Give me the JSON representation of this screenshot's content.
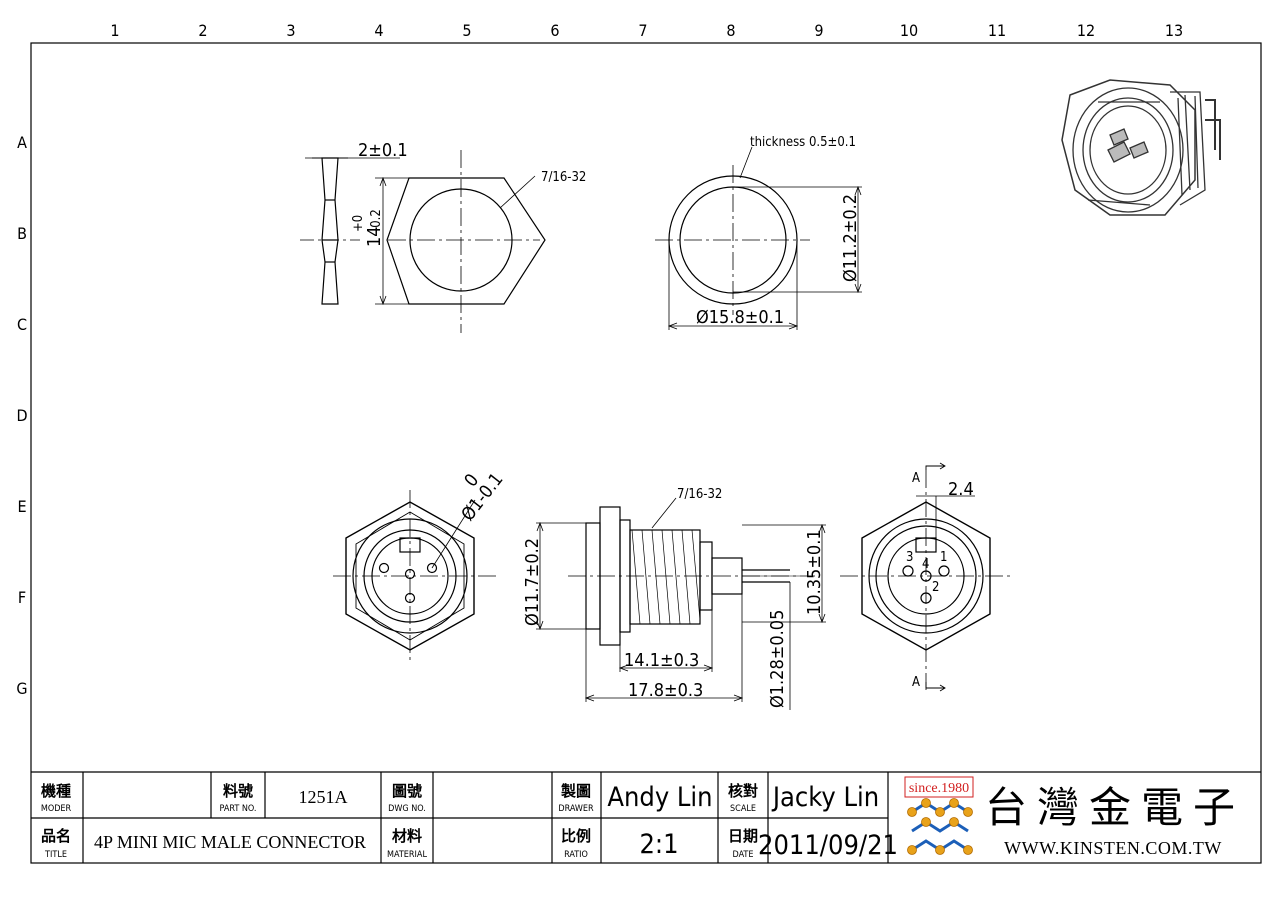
{
  "grid": {
    "columns": [
      "1",
      "2",
      "3",
      "4",
      "5",
      "6",
      "7",
      "8",
      "9",
      "10",
      "11",
      "12",
      "13"
    ],
    "rows": [
      "A",
      "B",
      "C",
      "D",
      "E",
      "F",
      "G"
    ]
  },
  "dimensions": {
    "nut_thickness": "2±0.1",
    "nut_flats": "14",
    "nut_flats_tol_upper": "+0",
    "nut_flats_tol_lower": "-0.2",
    "nut_thread": "7/16-32",
    "washer_thickness": "thickness 0.5±0.1",
    "washer_id": "Ø11.2±0.2",
    "washer_od": "Ø15.8±0.1",
    "front_hole": "Ø1-0.1",
    "front_hole_tol": "0",
    "side_thread": "7/16-32",
    "side_diameter": "Ø11.7±0.2",
    "side_pin_span": "10.35±0.1",
    "side_len_thread": "14.1±0.3",
    "side_len_total": "17.8±0.3",
    "side_pin_dia": "Ø1.28±0.05",
    "rear_section_label_top": "A",
    "rear_section_label_bottom": "A",
    "rear_key_width": "2.4",
    "pins": [
      "1",
      "2",
      "3",
      "4"
    ]
  },
  "title_block": {
    "model_cn": "機種",
    "model_en": "MODER",
    "model_value": "",
    "part_cn": "料號",
    "part_en": "PART NO.",
    "part_value": "1251A",
    "dwg_cn": "圖號",
    "dwg_en": "DWG NO.",
    "dwg_value": "",
    "drawer_cn": "製圖",
    "drawer_en": "DRAWER",
    "drawer_value": "Andy Lin",
    "scale_cn": "核對",
    "scale_en": "SCALE",
    "checker_value": "Jacky Lin",
    "title_cn": "品名",
    "title_en": "TITLE",
    "title_value": "4P MINI MIC MALE CONNECTOR",
    "material_cn": "材料",
    "material_en": "MATERIAL",
    "material_value": "",
    "ratio_cn": "比例",
    "ratio_en": "RATIO",
    "ratio_value": "2:1",
    "date_cn": "日期",
    "date_en": "DATE",
    "date_value": "2011/09/21"
  },
  "logo": {
    "since": "since.1980",
    "company_cn": "台灣金電子",
    "website": "WWW.KINSTEN.COM.TW",
    "accent_color": "#d21f1f",
    "bullet_color": "#e8a21a",
    "wire_color": "#1c5fb8"
  }
}
